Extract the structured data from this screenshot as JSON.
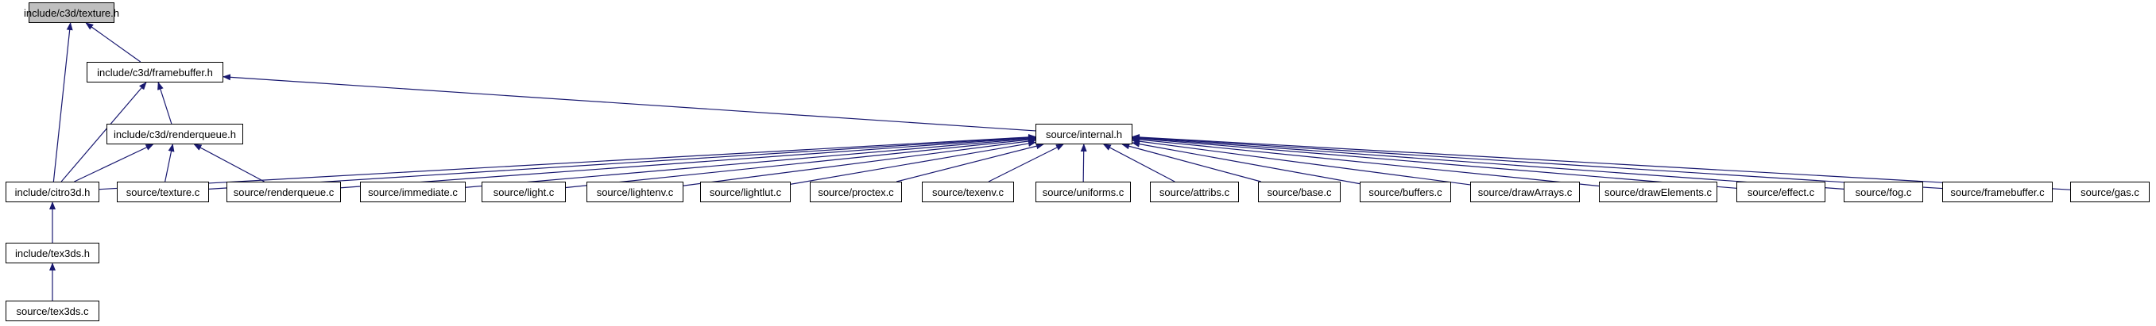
{
  "colors": {
    "edge": "#191970",
    "node_border": "#000000",
    "node_fill": "#ffffff",
    "root_fill": "#bfbfbf"
  },
  "nodes": {
    "texture_h": "include/c3d/texture.h",
    "framebuffer_h": "include/c3d/framebuffer.h",
    "renderqueue_h": "include/c3d/renderqueue.h",
    "citro3d_h": "include/citro3d.h",
    "tex3ds_h": "include/tex3ds.h",
    "tex3ds_c": "source/tex3ds.c",
    "internal_h": "source/internal.h",
    "texture_c": "source/texture.c",
    "renderqueue_c": "source/renderqueue.c",
    "immediate_c": "source/immediate.c",
    "light_c": "source/light.c",
    "lightenv_c": "source/lightenv.c",
    "lightlut_c": "source/lightlut.c",
    "proctex_c": "source/proctex.c",
    "texenv_c": "source/texenv.c",
    "uniforms_c": "source/uniforms.c",
    "attribs_c": "source/attribs.c",
    "base_c": "source/base.c",
    "buffers_c": "source/buffers.c",
    "drawArrays_c": "source/drawArrays.c",
    "drawElements_c": "source/drawElements.c",
    "effect_c": "source/effect.c",
    "fog_c": "source/fog.c",
    "framebuffer_c": "source/framebuffer.c",
    "gas_c": "source/gas.c"
  },
  "edges": [
    [
      "citro3d_h",
      "texture_h"
    ],
    [
      "framebuffer_h",
      "texture_h"
    ],
    [
      "citro3d_h",
      "framebuffer_h"
    ],
    [
      "renderqueue_h",
      "framebuffer_h"
    ],
    [
      "internal_h",
      "framebuffer_h"
    ],
    [
      "citro3d_h",
      "renderqueue_h"
    ],
    [
      "texture_c",
      "renderqueue_h"
    ],
    [
      "renderqueue_c",
      "renderqueue_h"
    ],
    [
      "tex3ds_h",
      "citro3d_h"
    ],
    [
      "tex3ds_c",
      "tex3ds_h"
    ],
    [
      "citro3d_h",
      "internal_h"
    ],
    [
      "texture_c",
      "internal_h"
    ],
    [
      "renderqueue_c",
      "internal_h"
    ],
    [
      "immediate_c",
      "internal_h"
    ],
    [
      "light_c",
      "internal_h"
    ],
    [
      "lightenv_c",
      "internal_h"
    ],
    [
      "lightlut_c",
      "internal_h"
    ],
    [
      "proctex_c",
      "internal_h"
    ],
    [
      "texenv_c",
      "internal_h"
    ],
    [
      "uniforms_c",
      "internal_h"
    ],
    [
      "attribs_c",
      "internal_h"
    ],
    [
      "base_c",
      "internal_h"
    ],
    [
      "buffers_c",
      "internal_h"
    ],
    [
      "drawArrays_c",
      "internal_h"
    ],
    [
      "drawElements_c",
      "internal_h"
    ],
    [
      "effect_c",
      "internal_h"
    ],
    [
      "fog_c",
      "internal_h"
    ],
    [
      "framebuffer_c",
      "internal_h"
    ],
    [
      "gas_c",
      "internal_h"
    ]
  ]
}
